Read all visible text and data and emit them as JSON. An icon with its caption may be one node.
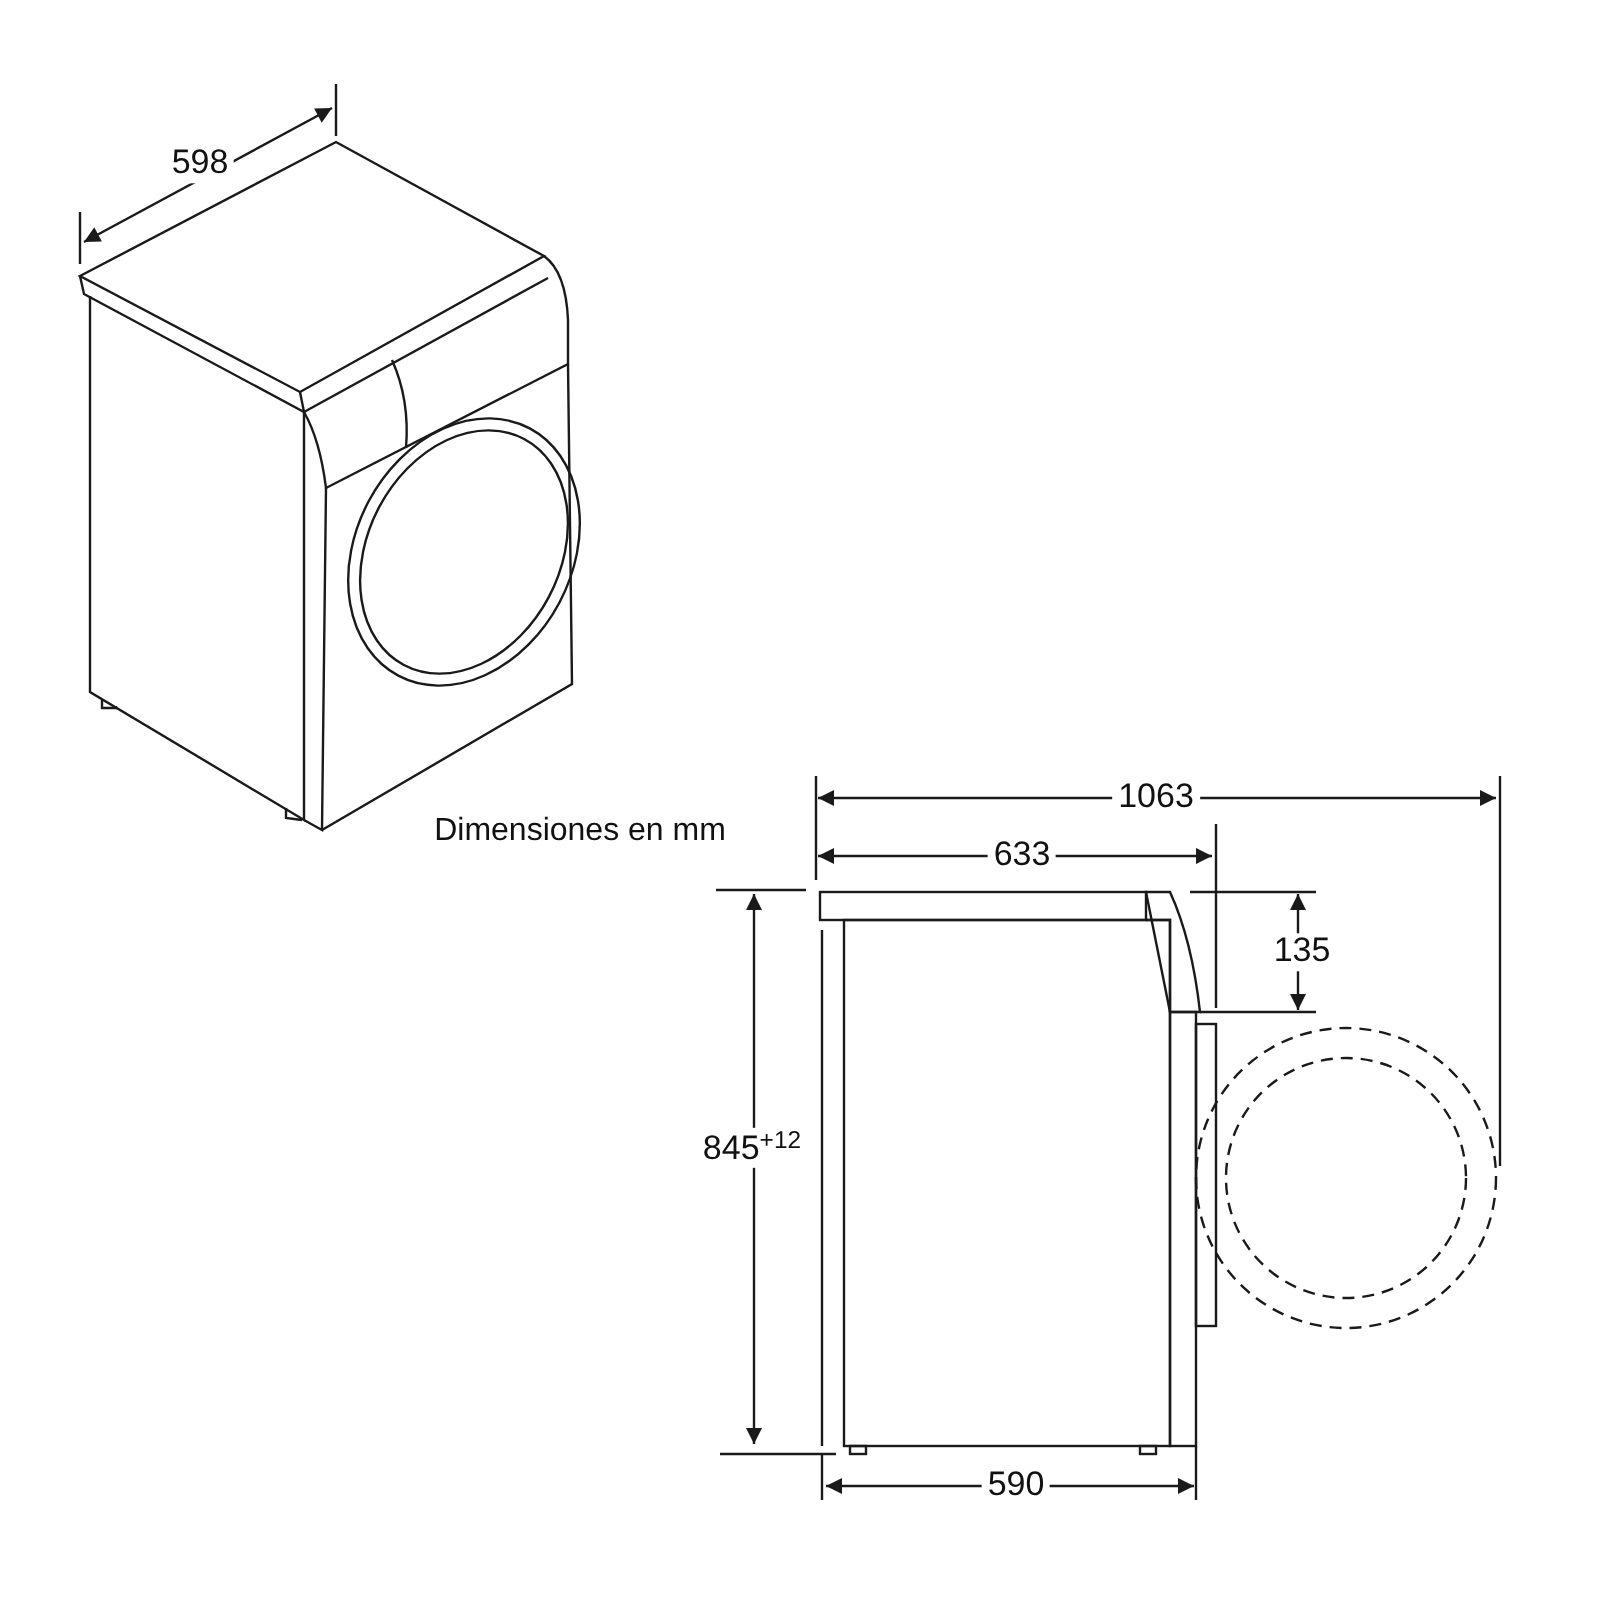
{
  "diagram": {
    "labels": [
      "598",
      "Dimensiones en mm",
      "1063",
      "633",
      "135",
      "845$^{+12}$",
      "590"
    ]
  }
}
